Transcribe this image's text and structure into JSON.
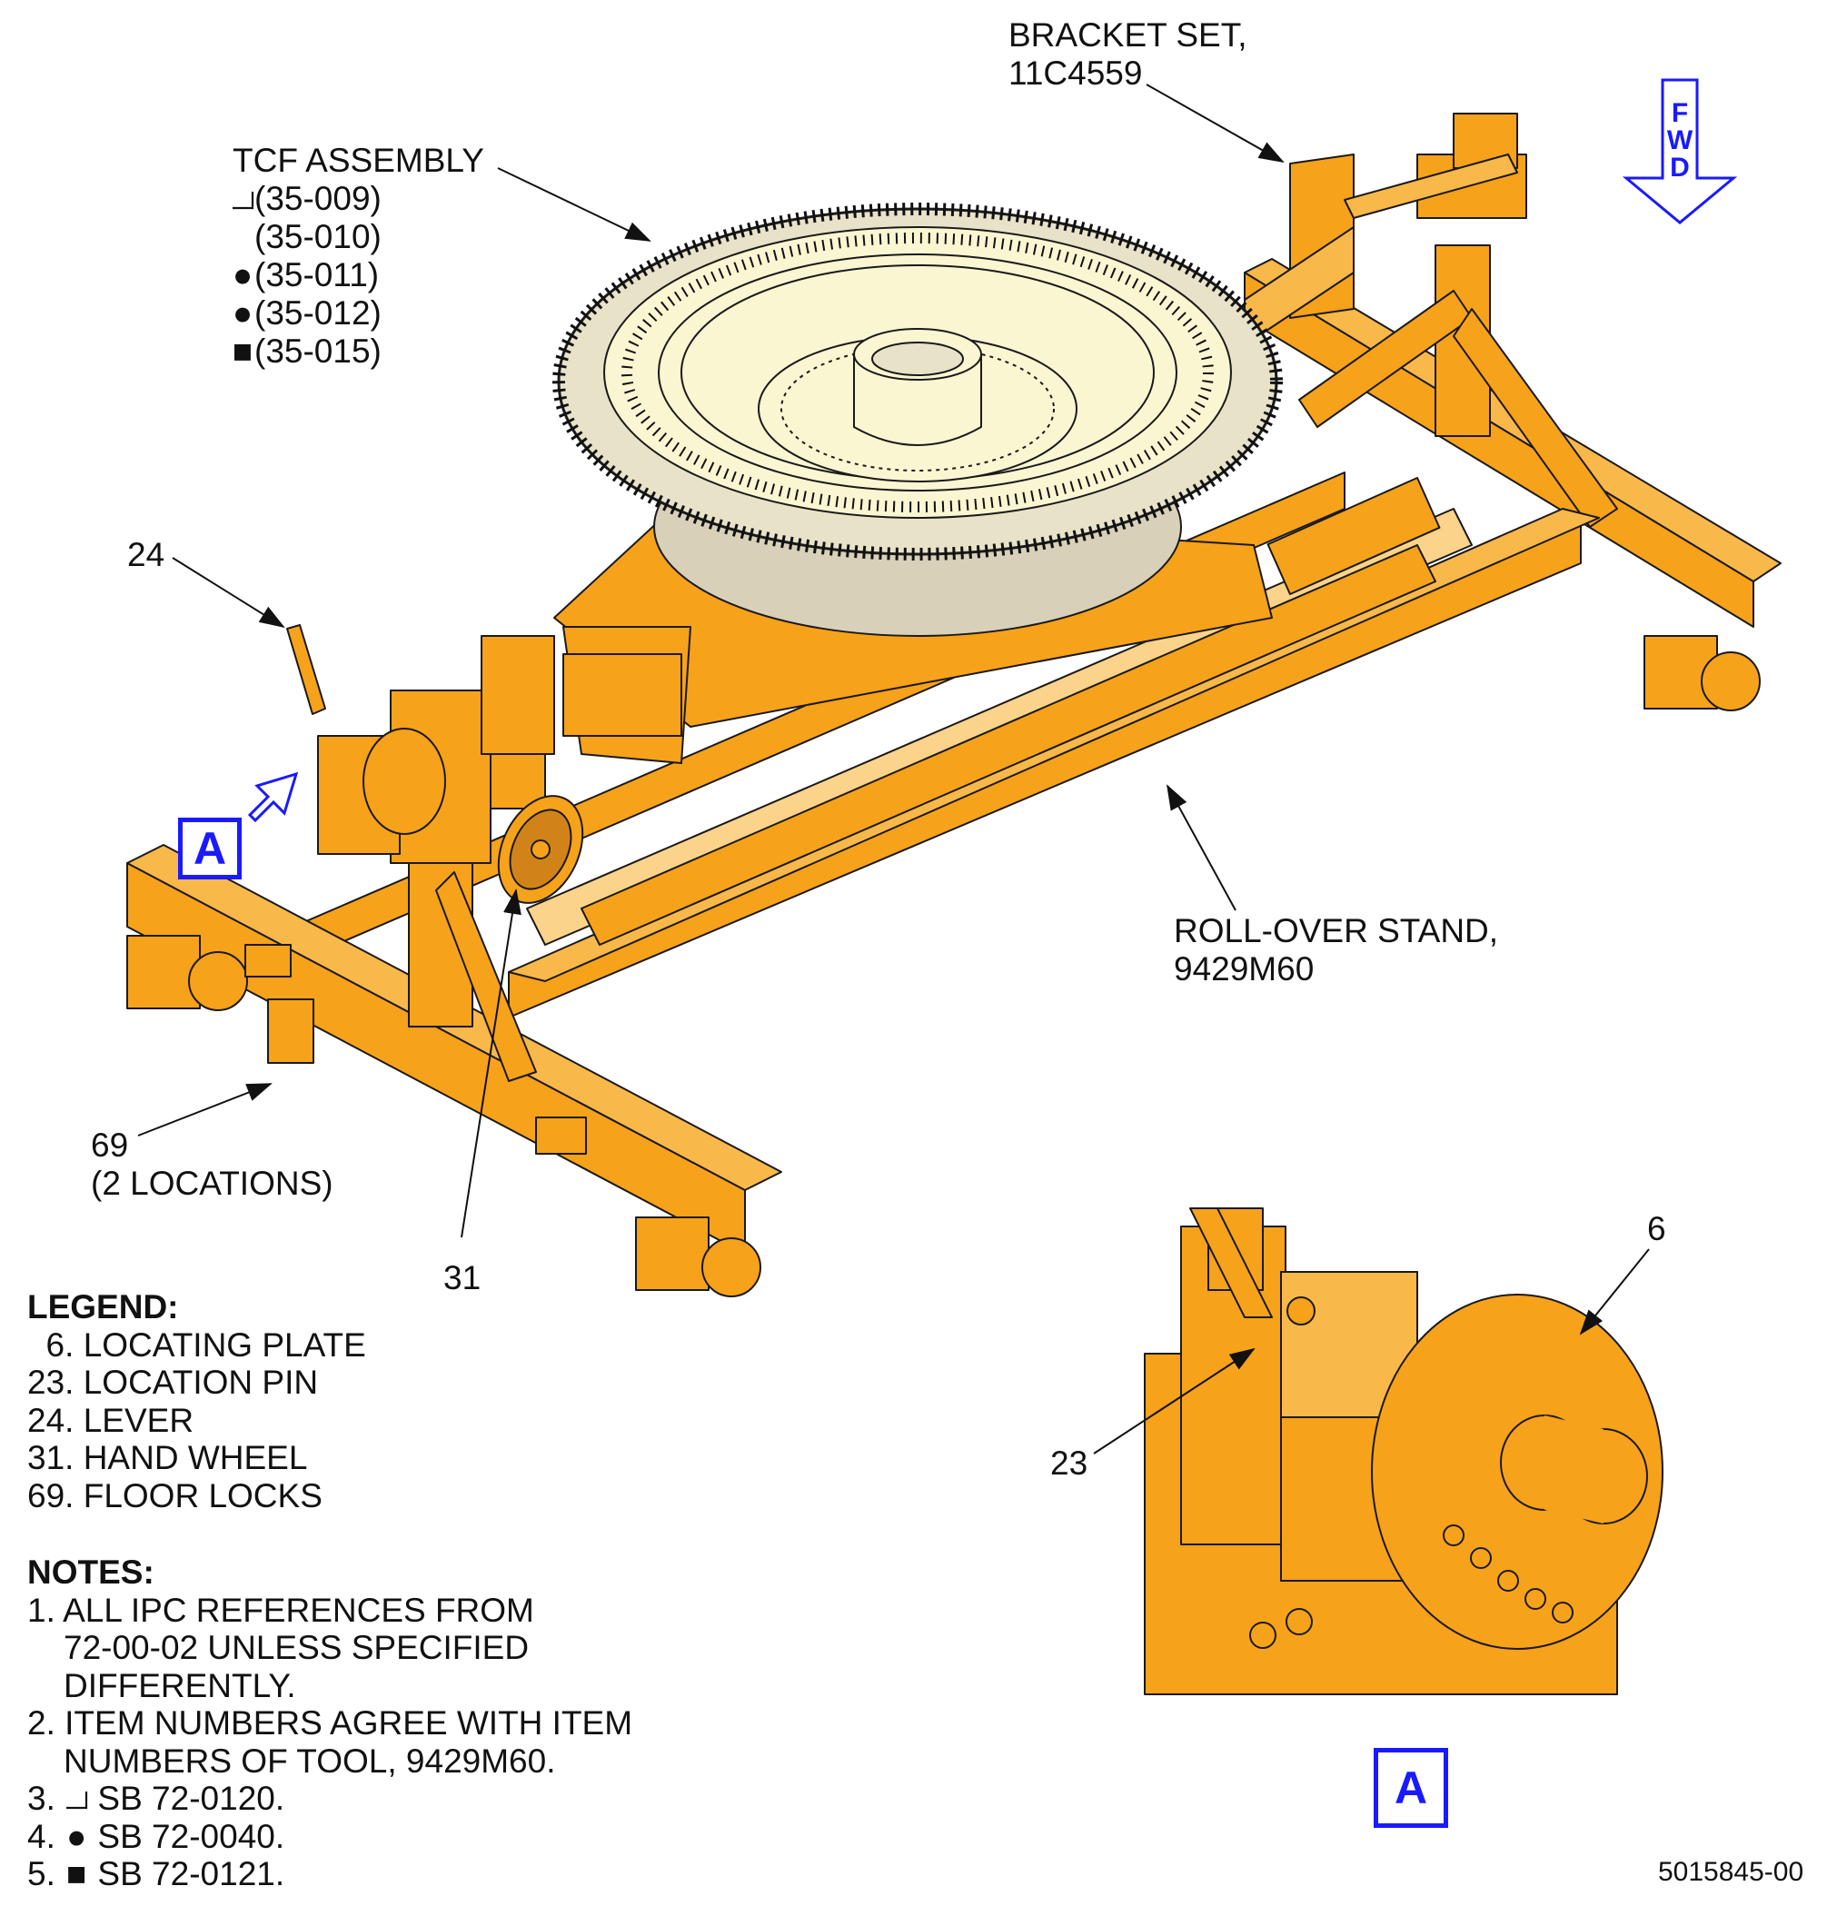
{
  "callouts": {
    "bracket_set": [
      "BRACKET SET,",
      "11C4559"
    ],
    "tcf_assembly": "TCF ASSEMBLY",
    "tcf_refs": [
      {
        "symbol": "triangle-icon",
        "text": "(35-009)"
      },
      {
        "symbol": "",
        "text": "(35-010)"
      },
      {
        "symbol": "circle-icon",
        "text": "(35-011)"
      },
      {
        "symbol": "circle-icon",
        "text": "(35-012)"
      },
      {
        "symbol": "square-icon",
        "text": "(35-015)"
      }
    ],
    "item_24": "24",
    "item_69": [
      "69",
      "(2 LOCATIONS)"
    ],
    "item_31": "31",
    "roll_over_stand": [
      "ROLL-OVER STAND,",
      "9429M60"
    ],
    "item_6": "6",
    "item_23": "23"
  },
  "fwd_arrow": {
    "letters": [
      "F",
      "W",
      "D"
    ]
  },
  "view_marker": {
    "label": "A"
  },
  "legend": {
    "title": "LEGEND:",
    "items": [
      "  6. LOCATING PLATE",
      "23. LOCATION PIN",
      "24. LEVER",
      "31. HAND WHEEL",
      "69. FLOOR LOCKS"
    ]
  },
  "notes": {
    "title": "NOTES:",
    "items": [
      "1. ALL IPC REFERENCES FROM",
      "72-00-02 UNLESS SPECIFIED",
      "DIFFERENTLY.",
      "2. ITEM NUMBERS AGREE WITH ITEM",
      "NUMBERS OF TOOL, 9429M60.",
      "SB 72-0120.",
      "SB 72-0040.",
      "SB 72-0121."
    ],
    "numbers": [
      "3.",
      "4.",
      "5."
    ]
  },
  "figure_id": "5015845-00",
  "colors": {
    "stand": "#f7a21b",
    "outline": "#1a1a1a",
    "assembly": "#fbf6d2",
    "accent": "#1a1aff"
  }
}
